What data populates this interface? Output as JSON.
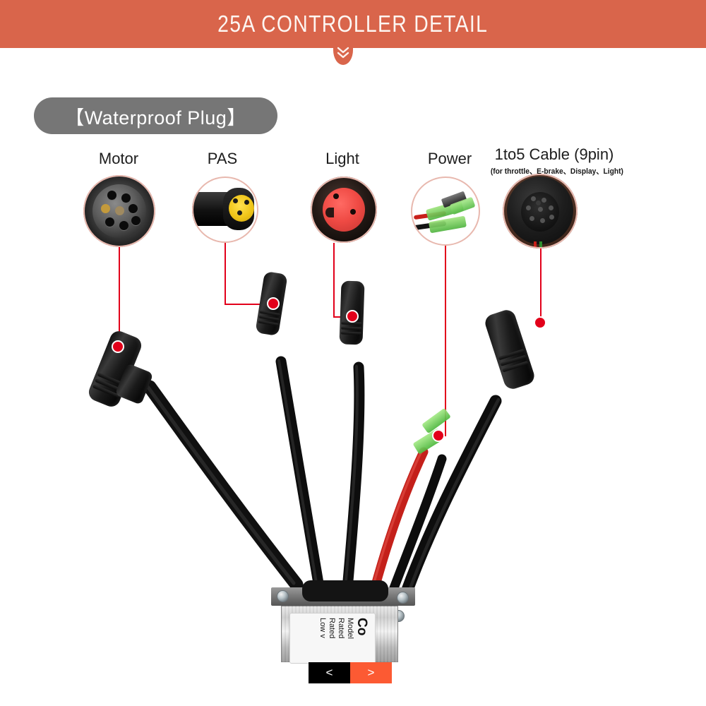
{
  "header": {
    "title": "25A CONTROLLER DETAIL",
    "bar_color": "#d9654b",
    "chevron_icon": "chevron-double-down-icon"
  },
  "section": {
    "badge_text": "【Waterproof  Plug】",
    "badge_color": "#767676"
  },
  "callouts": [
    {
      "label": "Motor",
      "sub": ""
    },
    {
      "label": "PAS",
      "sub": ""
    },
    {
      "label": "Light",
      "sub": ""
    },
    {
      "label": "Power",
      "sub": ""
    },
    {
      "label": "1to5 Cable  (9pin)",
      "sub": "(for throttle、E-brake、Display、Light)"
    }
  ],
  "controller_label": {
    "brand": "Co",
    "lines": [
      "Model",
      "Rated",
      "Rated",
      "Low v"
    ]
  },
  "pager": {
    "prev": "<",
    "next": ">",
    "prev_color": "#000000",
    "next_color": "#fc5a33"
  },
  "colors": {
    "leader_line": "#e2001a",
    "marker": "#e2001a",
    "magnifier_ring": "#e8b8ae"
  }
}
